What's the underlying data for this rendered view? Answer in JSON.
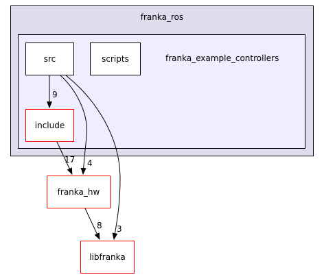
{
  "outer_cluster": {
    "label": "franka_ros",
    "fill": "#ddddee",
    "stroke": "#000000"
  },
  "inner_cluster": {
    "label": "franka_example_controllers",
    "fill": "#eeeeff",
    "stroke": "#000000"
  },
  "nodes": {
    "src": {
      "label": "src",
      "stroke": "#000000"
    },
    "scripts": {
      "label": "scripts",
      "stroke": "#000000"
    },
    "include": {
      "label": "include",
      "stroke": "#ff0000"
    },
    "franka_hw": {
      "label": "franka_hw",
      "stroke": "#ff0000"
    },
    "libfranka": {
      "label": "libfranka",
      "stroke": "#ff0000"
    }
  },
  "edges": [
    {
      "from": "src",
      "to": "include",
      "label": "9"
    },
    {
      "from": "src",
      "to": "franka_hw",
      "label": "4"
    },
    {
      "from": "src",
      "to": "libfranka",
      "label": "3"
    },
    {
      "from": "include",
      "to": "franka_hw",
      "label": "17"
    },
    {
      "from": "franka_hw",
      "to": "libfranka",
      "label": "8"
    }
  ]
}
